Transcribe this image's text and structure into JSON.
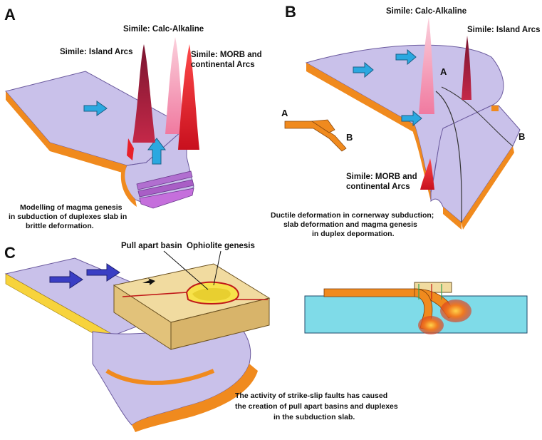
{
  "panels": {
    "a": {
      "letter": "A",
      "labels": {
        "calc_alkaline": "Simile: Calc-Alkaline",
        "island_arcs": "Simile: Island Arcs",
        "morb_line1": "Simile: MORB and",
        "morb_line2": "continental Arcs"
      },
      "caption": [
        "Modelling of magma genesis",
        "in subduction of duplexes slab in",
        "brittle deformation."
      ]
    },
    "b": {
      "letter": "B",
      "labels": {
        "calc_alkaline": "Simile: Calc-Alkaline",
        "island_arcs": "Simile: Island Arcs",
        "morb_line1": "Simile: MORB and",
        "morb_line2": "continental Arcs"
      },
      "points": {
        "a": "A",
        "b": "B"
      },
      "caption": [
        "Ductile deformation in cornerway subduction;",
        "slab deformation and magma genesis",
        "in duplex depormation."
      ]
    },
    "c": {
      "letter": "C",
      "labels": {
        "pull_apart": "Pull apart basin",
        "ophiolite": "Ophiolite genesis"
      },
      "caption": [
        "The activity of strike-slip faults has caused",
        "the creation of pull apart basins and duplexes",
        "in the subduction slab."
      ]
    }
  },
  "colors": {
    "slab_top": "#c9c1ea",
    "slab_edge": "#f08a1e",
    "arrow_blue": "#2ba8e0",
    "arrow_navy": "#3a3ec4",
    "magma_dark": "#b0203c",
    "magma_pink": "#f6a1b8",
    "magma_red": "#e8202a",
    "block_tan": "#f1dba0",
    "sea_cyan": "#7fdbe8",
    "platform_yellow": "#f7d33c"
  }
}
